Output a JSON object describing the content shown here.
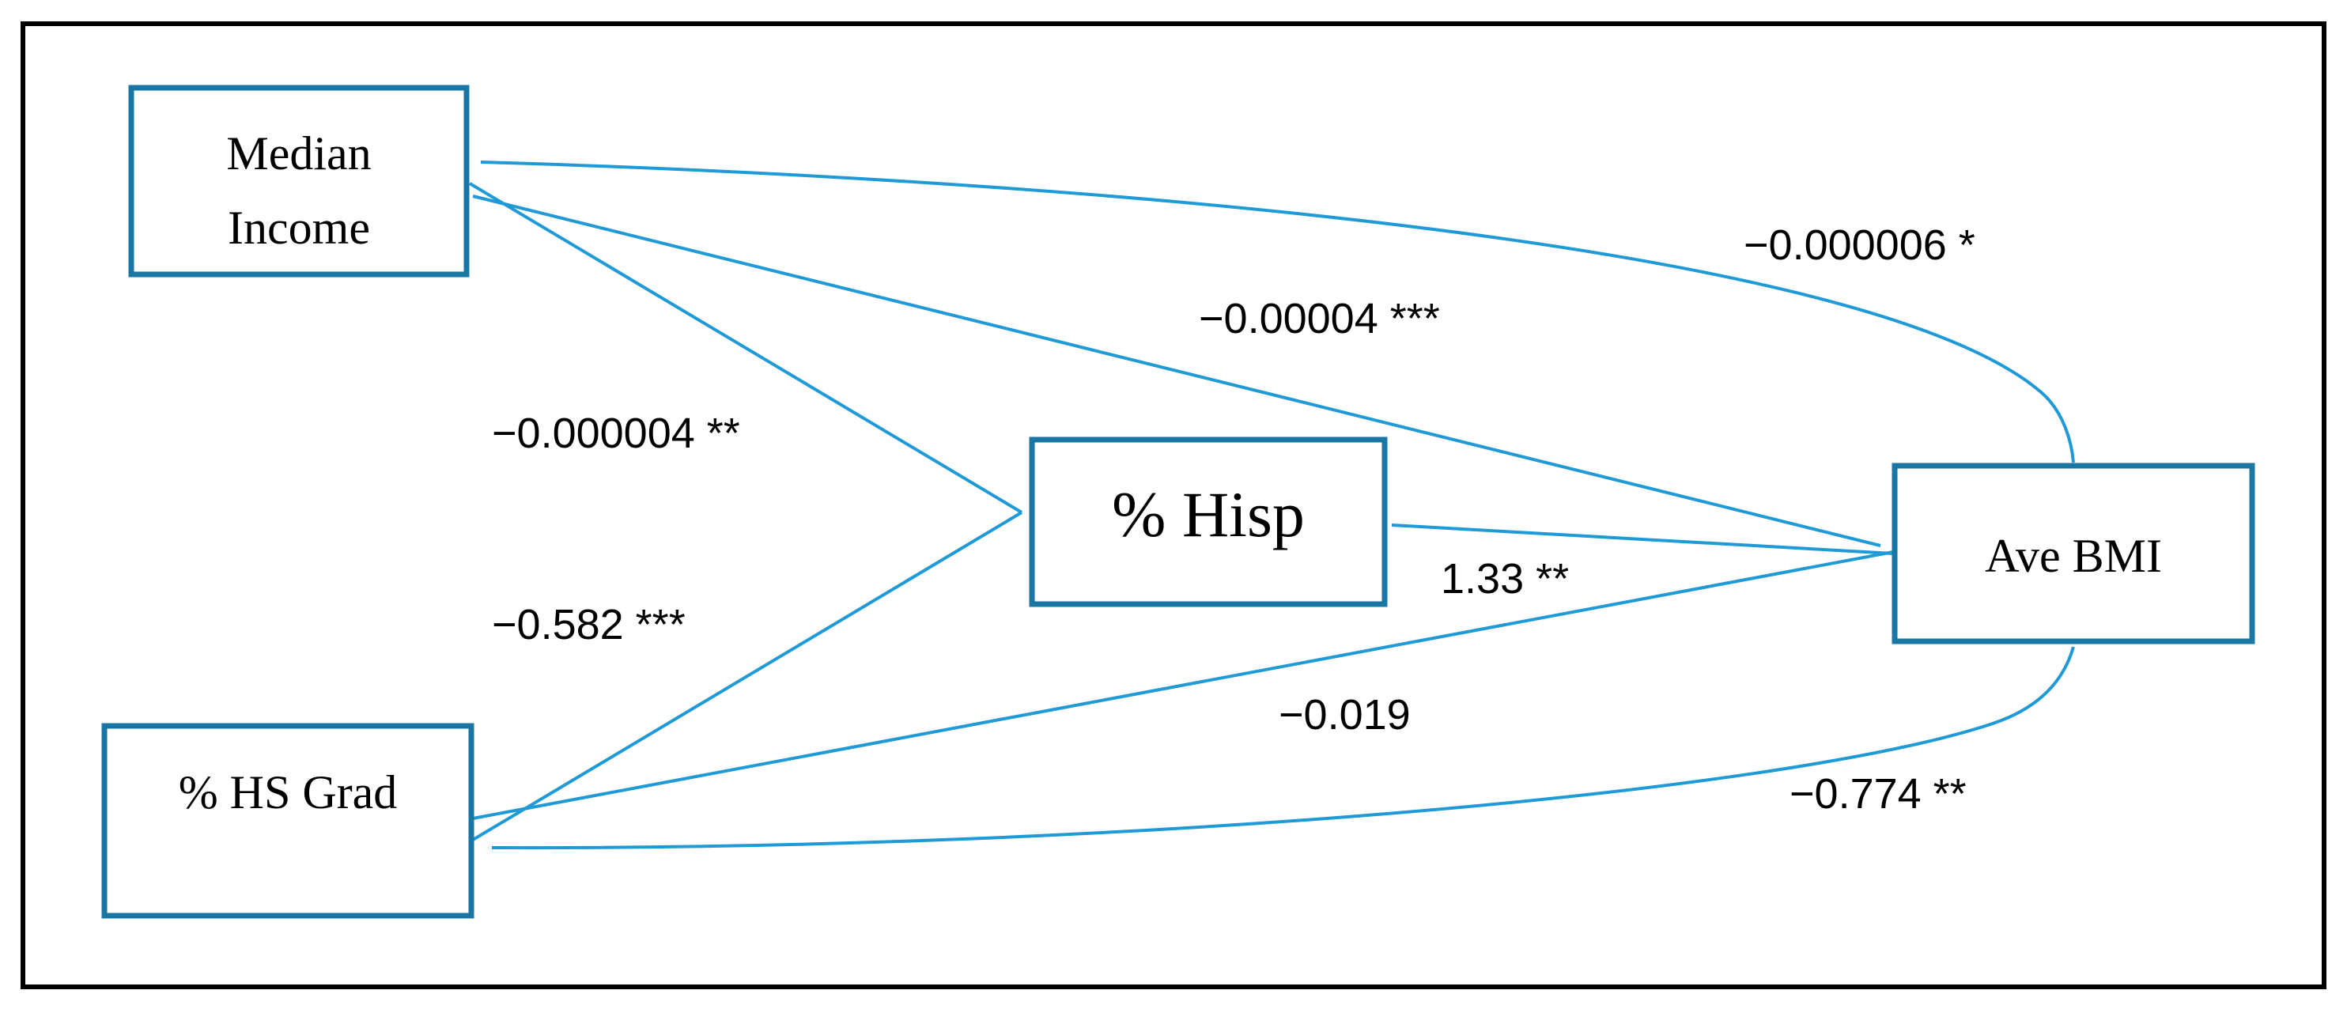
{
  "colors": {
    "accent": "#1f9ad6",
    "box_border": "#1a76a3",
    "frame": "#000000",
    "text": "#000000"
  },
  "nodes": {
    "median_income": {
      "line1": "Median",
      "line2": "Income"
    },
    "hs_grad": {
      "label": "% HS Grad"
    },
    "hisp": {
      "label": "% Hisp"
    },
    "bmi": {
      "label": "Ave BMI"
    }
  },
  "coefficients": {
    "income_to_bmi_direct": "−0.000006 *",
    "income_to_bmi_mediated": "−0.00004 ***",
    "income_to_hisp": "−0.000004 **",
    "hsgrad_to_hisp": "−0.582 ***",
    "hisp_to_bmi": "1.33 **",
    "hsgrad_to_bmi_direct": "−0.019",
    "hsgrad_to_bmi_curved": "−0.774 **"
  }
}
